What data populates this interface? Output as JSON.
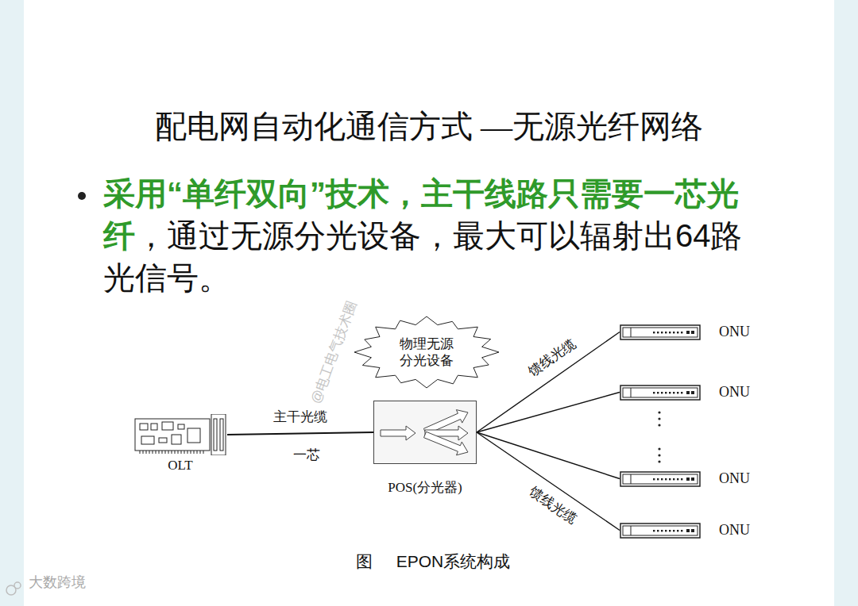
{
  "diagram": {
    "title": "配电网自动化通信方式 —无源光纤网络",
    "caption": "图 EPON系统构成",
    "nodes": [
      {
        "text": [
          "物理无源 分光设备"
        ]
      },
      {
        "text": [
          "OLT"
        ]
      },
      {
        "text": [
          "POS(分光器)"
        ]
      },
      {
        "text": [
          "ONU"
        ]
      },
      {
        "text": [
          "ONU"
        ]
      },
      {
        "text": [
          "ONU"
        ]
      },
      {
        "text": [
          "ONU"
        ]
      }
    ],
    "edges": [
      {
        "from": 1,
        "to": 2,
        "arrow": "none",
        "label": "主干光缆"
      },
      {
        "from": 2,
        "to": 3,
        "arrow": "none",
        "label": "馈线光缆"
      },
      {
        "from": 2,
        "to": 4,
        "arrow": "none"
      },
      {
        "from": 2,
        "to": 5,
        "arrow": "none"
      },
      {
        "from": 2,
        "to": 6,
        "arrow": "none",
        "label": "馈线光缆"
      }
    ],
    "labels": [
      "采用“单纤双向”技术，主干线路只需要一芯光纤",
      "，通过无源分光设备，最大可以辐射出64路光信号。",
      "一芯",
      "@电工电气技术圈",
      "大数跨境"
    ]
  }
}
